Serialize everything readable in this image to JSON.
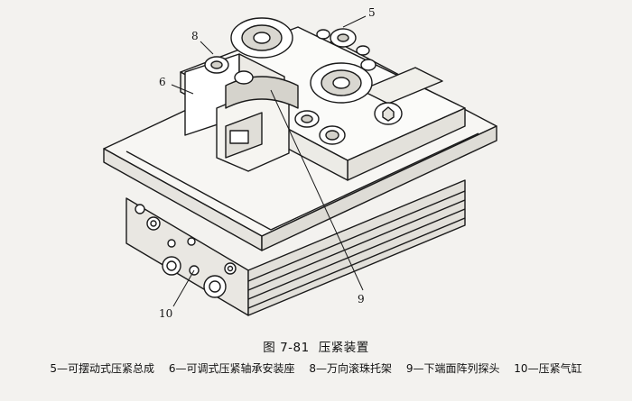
{
  "figure": {
    "callouts": [
      "5",
      "6",
      "8",
      "9",
      "10"
    ],
    "caption_number": "图 7-81",
    "caption_title": "压紧装置",
    "legend": [
      "5—可摆动式压紧总成",
      "6—可调式压紧轴承安装座",
      "8—万向滚珠托架",
      "9—下端面阵列探头",
      "10—压紧气缸"
    ]
  }
}
